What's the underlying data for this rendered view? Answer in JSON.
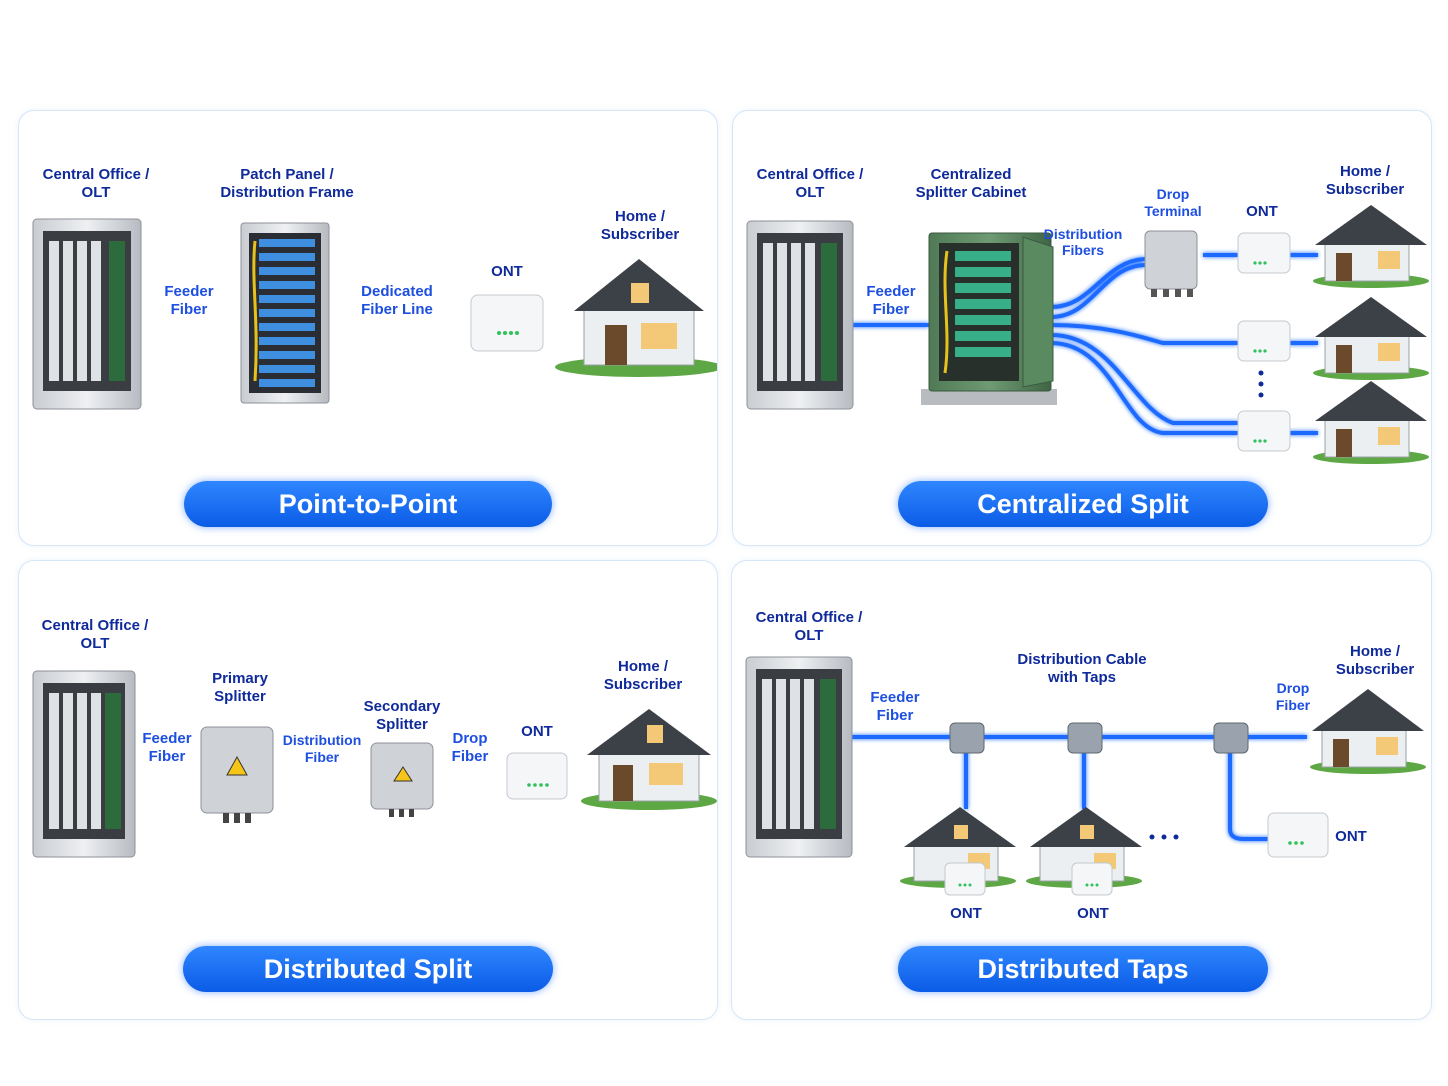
{
  "panels": {
    "p2p": {
      "title": "Point-to-Point",
      "labels": {
        "central_office": [
          "Central Office /",
          "OLT"
        ],
        "patch_panel": [
          "Patch Panel /",
          "Distribution Frame"
        ],
        "feeder": [
          "Feeder",
          "Fiber"
        ],
        "dedicated": [
          "Dedicated",
          "Fiber Line"
        ],
        "ont": "ONT",
        "home": [
          "Home /",
          "Subscriber"
        ]
      }
    },
    "centralized": {
      "title": "Centralized Split",
      "labels": {
        "central_office": [
          "Central Office /",
          "OLT"
        ],
        "splitter_cabinet": [
          "Centralized",
          "Splitter Cabinet"
        ],
        "feeder": [
          "Feeder",
          "Fiber"
        ],
        "distribution": [
          "Distribution",
          "Fibers"
        ],
        "drop_terminal": [
          "Drop",
          "Terminal"
        ],
        "ont": "ONT",
        "home": [
          "Home /",
          "Subscriber"
        ]
      }
    },
    "distributed_split": {
      "title": "Distributed Split",
      "labels": {
        "central_office": [
          "Central Office /",
          "OLT"
        ],
        "primary": [
          "Primary",
          "Splitter"
        ],
        "secondary": [
          "Secondary",
          "Splitter"
        ],
        "feeder": [
          "Feeder",
          "Fiber"
        ],
        "distribution": [
          "Distribution",
          "Fiber"
        ],
        "drop": [
          "Drop",
          "Fiber"
        ],
        "ont": "ONT",
        "home": [
          "Home /",
          "Subscriber"
        ]
      }
    },
    "taps": {
      "title": "Distributed Taps",
      "labels": {
        "central_office": [
          "Central Office /",
          "OLT"
        ],
        "feeder": [
          "Feeder",
          "Fiber"
        ],
        "cable": [
          "Distribution Cable",
          "with Taps"
        ],
        "drop": [
          "Drop",
          "Fiber"
        ],
        "home": [
          "Home /",
          "Subscriber"
        ],
        "ont_right": "ONT",
        "ont_1": "ONT",
        "ont_2": "ONT"
      }
    }
  },
  "colors": {
    "fiber": "#1e6bff",
    "label": "#0f2a9a",
    "pill": "#0b5ce6"
  }
}
